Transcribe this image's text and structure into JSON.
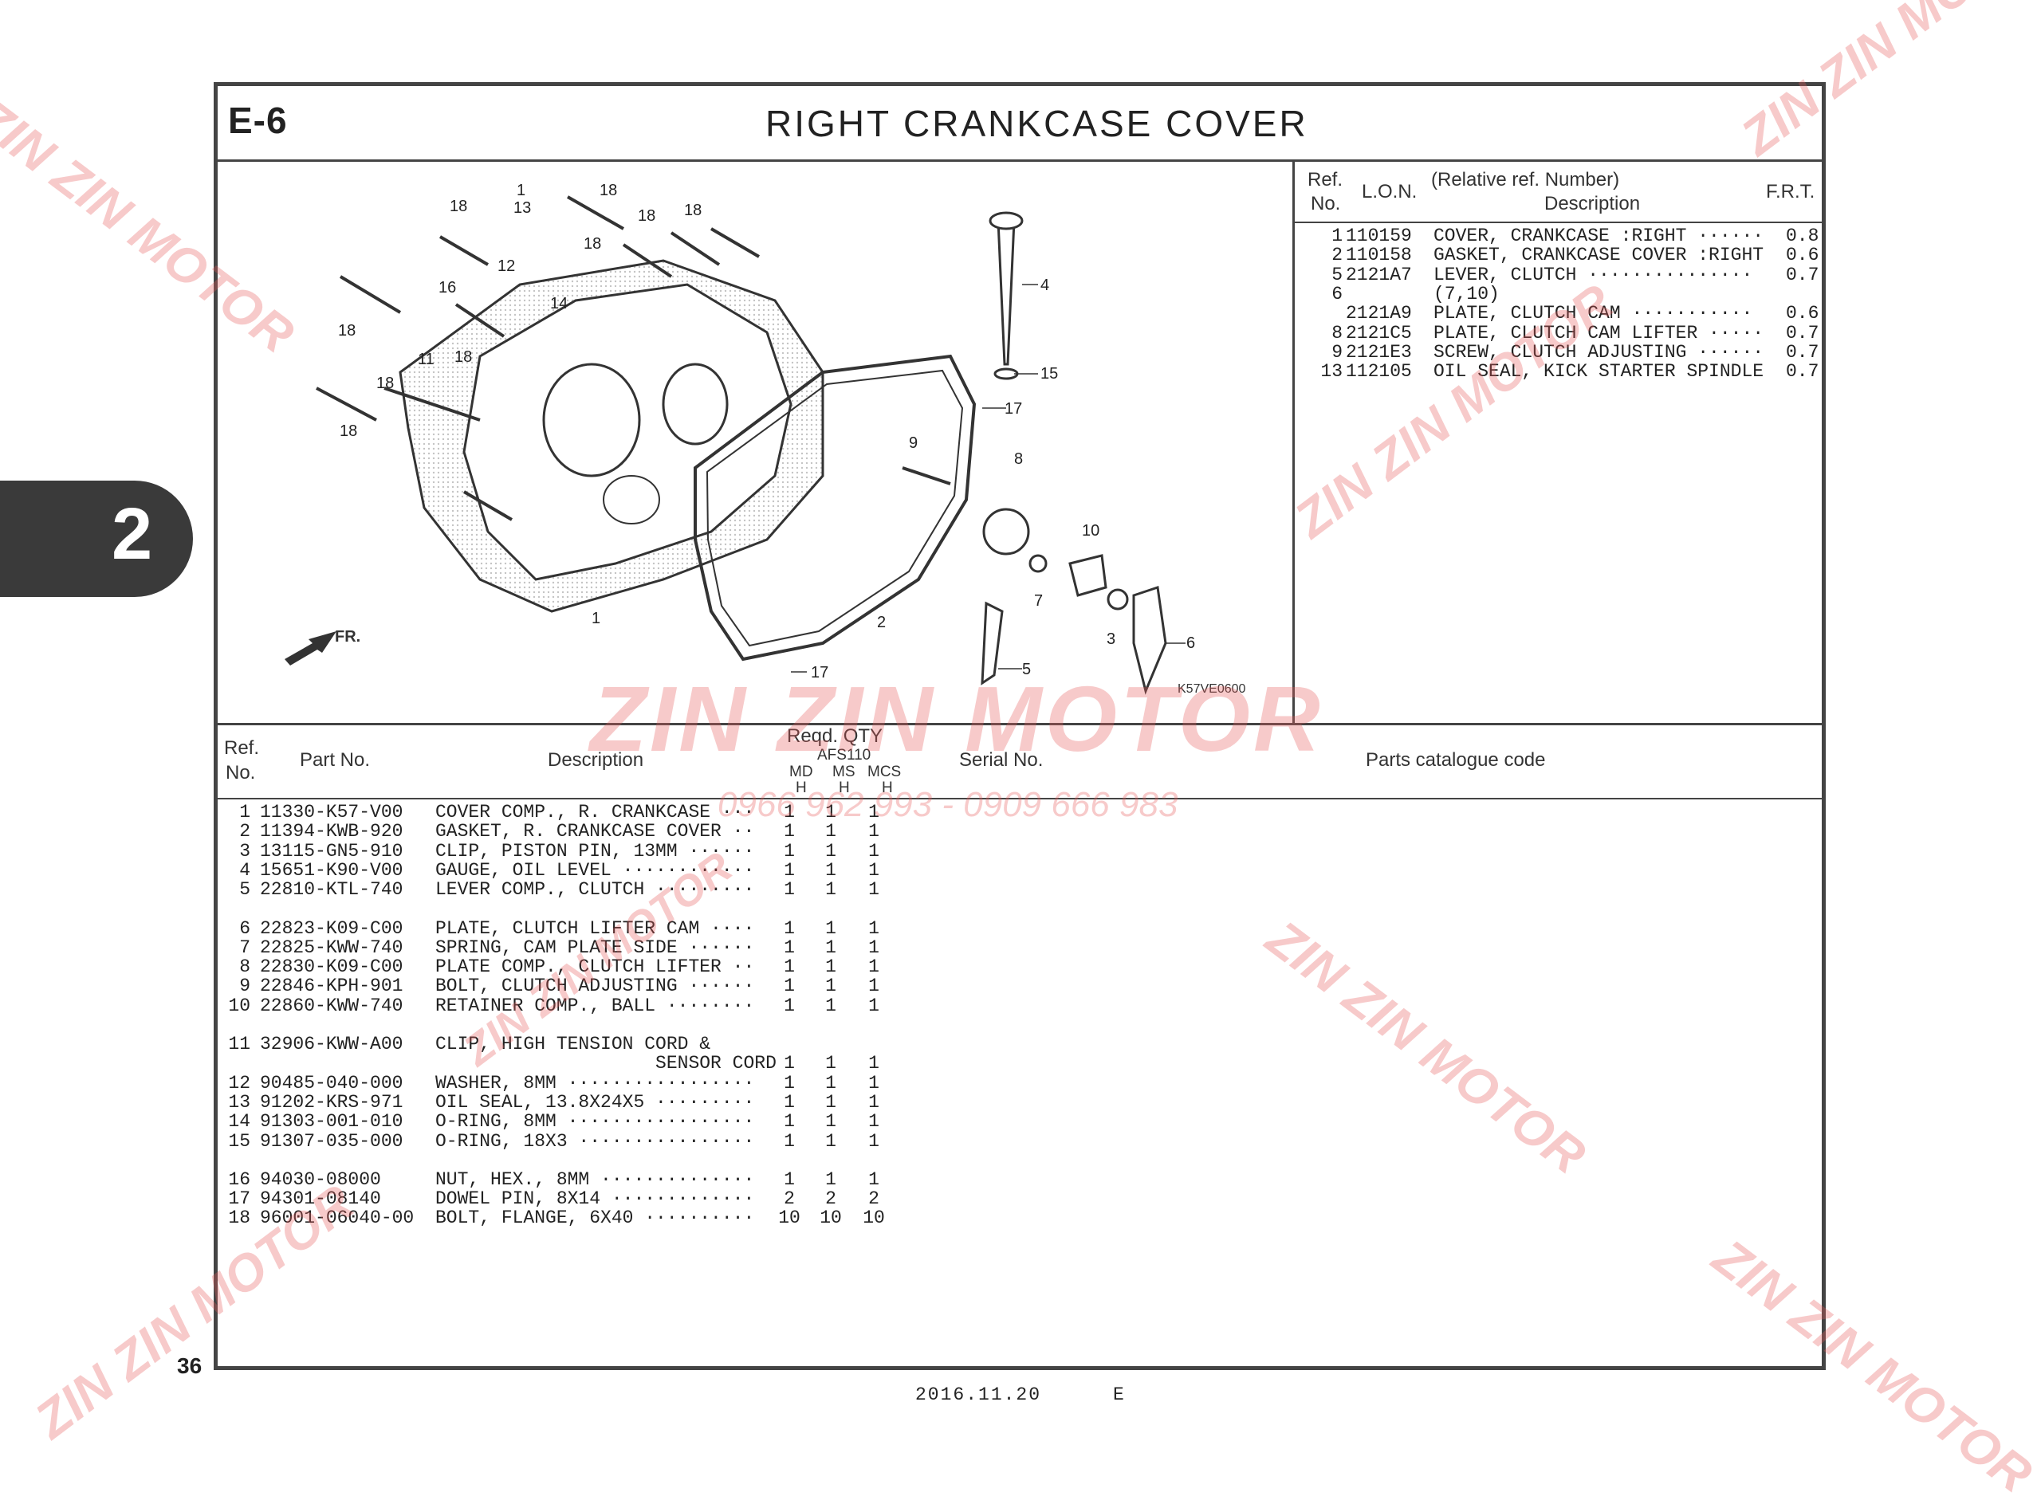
{
  "page": {
    "section_code": "E-6",
    "title": "RIGHT  CRANKCASE  COVER",
    "chapter_tab": "2",
    "page_number": "36",
    "footer_date": "2016.11.20",
    "footer_edition": "E"
  },
  "diagram": {
    "image_code": "K57VE0600",
    "front_arrow_label": "FR.",
    "callouts": [
      "1",
      "13",
      "18",
      "18",
      "18",
      "18",
      "16",
      "12",
      "14",
      "18",
      "11",
      "18",
      "18",
      "18",
      "18",
      "4",
      "15",
      "17",
      "9",
      "8",
      "10",
      "7",
      "3",
      "6",
      "2",
      "5",
      "17",
      "1"
    ]
  },
  "relative_table": {
    "headers": {
      "ref": "Ref.",
      "no": "No.",
      "lon": "L.O.N.",
      "rel": "(Relative ref. Number)",
      "desc": "Description",
      "frt": "F.R.T."
    },
    "rows": [
      {
        "ref": "1",
        "lon": "110159",
        "desc": "COVER, CRANKCASE :RIGHT ······",
        "frt": "0.8"
      },
      {
        "ref": "2",
        "lon": "110158",
        "desc": "GASKET, CRANKCASE COVER :RIGHT",
        "frt": "0.6"
      },
      {
        "ref": "5",
        "lon": "2121A7",
        "desc": "LEVER, CLUTCH ···············",
        "frt": "0.7"
      },
      {
        "ref": "6",
        "lon": "",
        "desc": "(7,10)",
        "frt": ""
      },
      {
        "ref": "",
        "lon": "2121A9",
        "desc": "PLATE, CLUTCH CAM ···········",
        "frt": "0.6"
      },
      {
        "ref": "8",
        "lon": "2121C5",
        "desc": "PLATE, CLUTCH CAM LIFTER ·····",
        "frt": "0.7"
      },
      {
        "ref": "9",
        "lon": "2121E3",
        "desc": "SCREW, CLUTCH ADJUSTING ······",
        "frt": "0.7"
      },
      {
        "ref": "13",
        "lon": "112105",
        "desc": "OIL SEAL, KICK STARTER SPINDLE",
        "frt": "0.7"
      }
    ]
  },
  "parts_table": {
    "headers": {
      "ref": "Ref.",
      "no": "No.",
      "part_no": "Part No.",
      "desc": "Description",
      "reqd_qty": "Reqd. QTY",
      "model": "AFS110",
      "cols": [
        "MD",
        "MS",
        "MCS"
      ],
      "col_sub": [
        "H",
        "H",
        "H"
      ],
      "serial": "Serial  No.",
      "catalogue": "Parts catalogue code"
    },
    "rows": [
      {
        "ref": "1",
        "part": "11330-K57-V00",
        "desc": "COVER COMP., R. CRANKCASE ···",
        "md": "1",
        "ms": "1",
        "mcs": "1"
      },
      {
        "ref": "2",
        "part": "11394-KWB-920",
        "desc": "GASKET, R. CRANKCASE COVER ··",
        "md": "1",
        "ms": "1",
        "mcs": "1"
      },
      {
        "ref": "3",
        "part": "13115-GN5-910",
        "desc": "CLIP, PISTON PIN, 13MM ······",
        "md": "1",
        "ms": "1",
        "mcs": "1"
      },
      {
        "ref": "4",
        "part": "15651-K90-V00",
        "desc": "GAUGE, OIL LEVEL ············",
        "md": "1",
        "ms": "1",
        "mcs": "1"
      },
      {
        "ref": "5",
        "part": "22810-KTL-740",
        "desc": "LEVER COMP., CLUTCH ·········",
        "md": "1",
        "ms": "1",
        "mcs": "1"
      },
      {
        "ref": "6",
        "part": "22823-K09-C00",
        "desc": "PLATE, CLUTCH LIFTER CAM ····",
        "md": "1",
        "ms": "1",
        "mcs": "1"
      },
      {
        "ref": "7",
        "part": "22825-KWW-740",
        "desc": "SPRING, CAM PLATE SIDE ······",
        "md": "1",
        "ms": "1",
        "mcs": "1"
      },
      {
        "ref": "8",
        "part": "22830-K09-C00",
        "desc": "PLATE COMP., CLUTCH LIFTER ··",
        "md": "1",
        "ms": "1",
        "mcs": "1"
      },
      {
        "ref": "9",
        "part": "22846-KPH-901",
        "desc": "BOLT, CLUTCH ADJUSTING ······",
        "md": "1",
        "ms": "1",
        "mcs": "1"
      },
      {
        "ref": "10",
        "part": "22860-KWW-740",
        "desc": "RETAINER COMP., BALL ········",
        "md": "1",
        "ms": "1",
        "mcs": "1"
      },
      {
        "ref": "11",
        "part": "32906-KWW-A00",
        "desc": "CLIP, HIGH TENSION CORD &",
        "md": "",
        "ms": "",
        "mcs": ""
      },
      {
        "ref": "",
        "part": "",
        "desc": "                    SENSOR CORD",
        "md": "1",
        "ms": "1",
        "mcs": "1"
      },
      {
        "ref": "12",
        "part": "90485-040-000",
        "desc": "WASHER, 8MM ·················",
        "md": "1",
        "ms": "1",
        "mcs": "1"
      },
      {
        "ref": "13",
        "part": "91202-KRS-971",
        "desc": "OIL SEAL, 13.8X24X5 ·········",
        "md": "1",
        "ms": "1",
        "mcs": "1"
      },
      {
        "ref": "14",
        "part": "91303-001-010",
        "desc": "O-RING, 8MM ·················",
        "md": "1",
        "ms": "1",
        "mcs": "1"
      },
      {
        "ref": "15",
        "part": "91307-035-000",
        "desc": "O-RING, 18X3 ················",
        "md": "1",
        "ms": "1",
        "mcs": "1"
      },
      {
        "ref": "16",
        "part": "94030-08000",
        "desc": "NUT, HEX., 8MM ··············",
        "md": "1",
        "ms": "1",
        "mcs": "1"
      },
      {
        "ref": "17",
        "part": "94301-08140",
        "desc": "DOWEL PIN, 8X14 ·············",
        "md": "2",
        "ms": "2",
        "mcs": "2"
      },
      {
        "ref": "18",
        "part": "96001-06040-00",
        "desc": "BOLT, FLANGE, 6X40 ··········",
        "md": "10",
        "ms": "10",
        "mcs": "10"
      }
    ]
  },
  "watermark": {
    "brand": "ZIN ZIN MOTOR",
    "phone": "0966 962 993 - 0909 666 983",
    "color": "#e65a5a"
  }
}
